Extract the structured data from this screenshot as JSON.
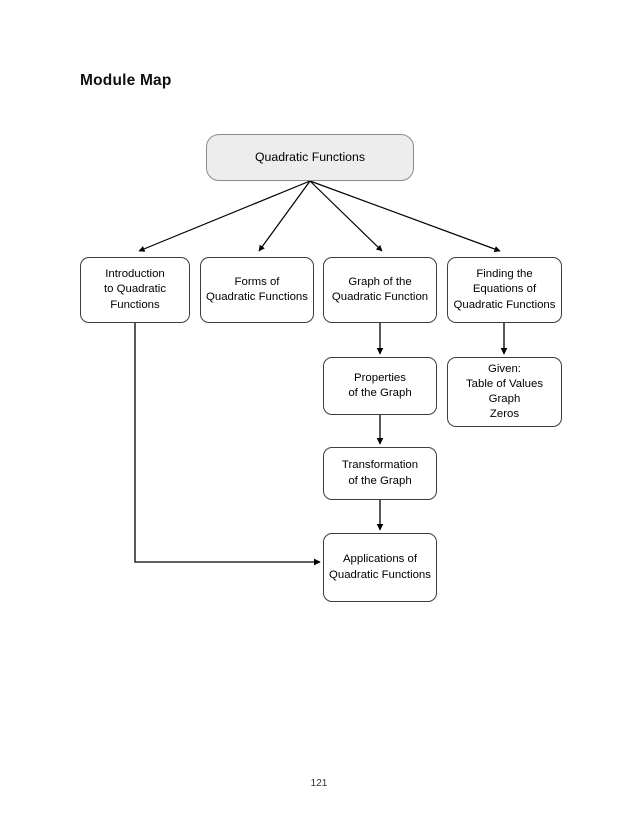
{
  "page": {
    "title": "Module Map",
    "page_number": "121",
    "background_color": "#ffffff"
  },
  "colors": {
    "root_fill": "#ededed",
    "root_border": "#8c8c8c",
    "node_fill": "#ffffff",
    "node_border": "#3d3d3d",
    "edge": "#000000",
    "text": "#000000"
  },
  "chart_data": {
    "type": "diagram",
    "title": "Module Map",
    "nodes": [
      {
        "id": "root",
        "label": "Quadratic Functions",
        "level": 0,
        "style": "filled"
      },
      {
        "id": "intro",
        "label": "Introduction\nto Quadratic\nFunctions",
        "level": 1,
        "style": "plain"
      },
      {
        "id": "forms",
        "label": "Forms of\nQuadratic Functions",
        "level": 1,
        "style": "plain"
      },
      {
        "id": "graph",
        "label": "Graph of the\nQuadratic Function",
        "level": 1,
        "style": "plain"
      },
      {
        "id": "finding",
        "label": "Finding the\nEquations of\nQuadratic Functions",
        "level": 1,
        "style": "plain"
      },
      {
        "id": "props",
        "label": "Properties\nof the Graph",
        "level": 2,
        "style": "plain"
      },
      {
        "id": "given",
        "label": "Given:\nTable of Values\nGraph\nZeros",
        "level": 2,
        "style": "plain"
      },
      {
        "id": "transform",
        "label": "Transformation\nof the Graph",
        "level": 3,
        "style": "plain"
      },
      {
        "id": "apps",
        "label": "Applications of\nQuadratic Functions",
        "level": 4,
        "style": "plain"
      }
    ],
    "edges": [
      {
        "from": "root",
        "to": "intro",
        "kind": "diagonal-arrow"
      },
      {
        "from": "root",
        "to": "forms",
        "kind": "diagonal-arrow"
      },
      {
        "from": "root",
        "to": "graph",
        "kind": "diagonal-arrow"
      },
      {
        "from": "root",
        "to": "finding",
        "kind": "diagonal-arrow"
      },
      {
        "from": "graph",
        "to": "props",
        "kind": "vertical-arrow"
      },
      {
        "from": "finding",
        "to": "given",
        "kind": "vertical-arrow"
      },
      {
        "from": "props",
        "to": "transform",
        "kind": "vertical-arrow"
      },
      {
        "from": "transform",
        "to": "apps",
        "kind": "vertical-arrow"
      },
      {
        "from": "intro",
        "to": "apps",
        "kind": "elbow-arrow"
      }
    ]
  },
  "nodes": {
    "root": {
      "label": "Quadratic Functions"
    },
    "intro": {
      "label": "Introduction\nto Quadratic\nFunctions"
    },
    "forms": {
      "label": "Forms of\nQuadratic Functions"
    },
    "graph": {
      "label": "Graph of the\nQuadratic Function"
    },
    "finding": {
      "label": "Finding the\nEquations of\nQuadratic Functions"
    },
    "props": {
      "label": "Properties\nof the Graph"
    },
    "given": {
      "label": "Given:\nTable of Values\nGraph\nZeros"
    },
    "transform": {
      "label": "Transformation\nof the Graph"
    },
    "apps": {
      "label": "Applications of\nQuadratic Functions"
    }
  }
}
